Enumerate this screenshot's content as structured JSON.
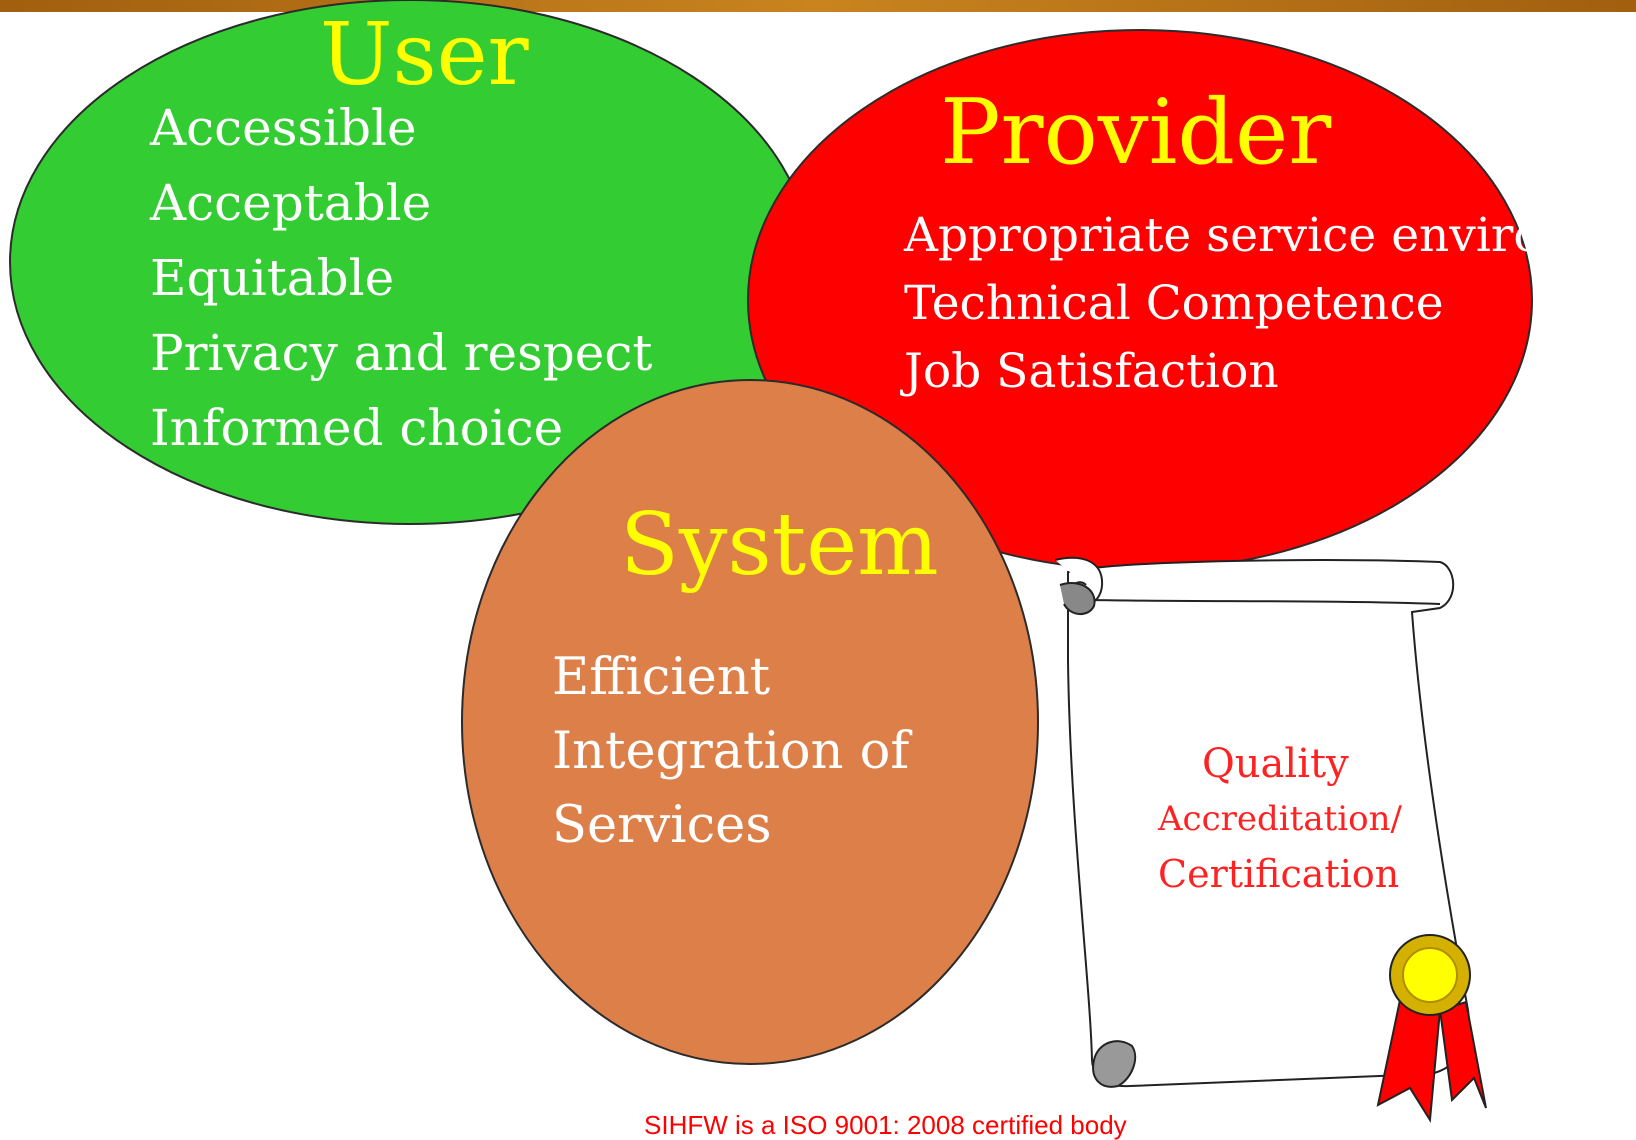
{
  "user": {
    "heading": "User",
    "items": [
      "Accessible",
      "Acceptable",
      "Equitable",
      "Privacy and respect",
      "Informed choice"
    ],
    "fill": "#33cc33"
  },
  "provider": {
    "heading": "Provider",
    "items": [
      "Appropriate service environment",
      "Technical Competence",
      "Job Satisfaction"
    ],
    "fill": "#ff0000"
  },
  "system": {
    "heading": "System",
    "items": [
      "Efficient",
      "Integration of",
      "Services"
    ],
    "fill": "#dd7f49"
  },
  "certificate": {
    "title": "Quality",
    "line1": "Accreditation/",
    "line2": "Certification",
    "icon": "award-ribbon-icon"
  },
  "footer": {
    "text": "SIHFW is a ISO 9001: 2008 certified body"
  }
}
